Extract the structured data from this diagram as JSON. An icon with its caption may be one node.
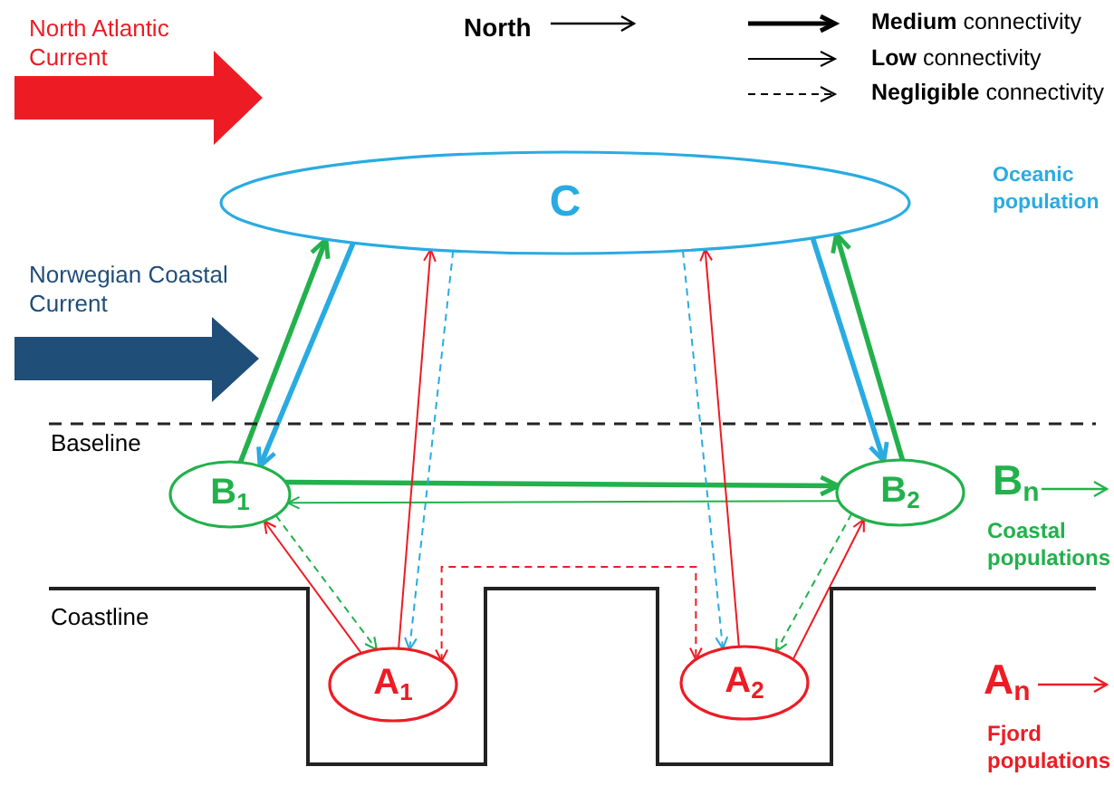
{
  "diagram": {
    "nodes": [
      {
        "text": [
          "C"
        ]
      },
      {
        "text": [
          "B$_{1}$"
        ]
      },
      {
        "text": [
          "B$_{2}$"
        ]
      },
      {
        "text": [
          "A$_{1}$"
        ]
      },
      {
        "text": [
          "A$_{2}$"
        ]
      }
    ],
    "edges": [
      {
        "from": 1,
        "to": 0,
        "arrow": "to",
        "style": "thick"
      },
      {
        "from": 0,
        "to": 1,
        "arrow": "to",
        "style": "thick",
        "color": "#29abe2"
      },
      {
        "from": 0,
        "to": 2,
        "arrow": "to",
        "style": "thick",
        "color": "#29abe2"
      },
      {
        "from": 2,
        "to": 0,
        "arrow": "to",
        "style": "thick"
      },
      {
        "from": 1,
        "to": 2,
        "arrow": "to",
        "style": "thick"
      },
      {
        "from": 2,
        "to": 1,
        "arrow": "to"
      },
      {
        "from": 3,
        "to": 1,
        "arrow": "to",
        "color": "#ed1c24"
      },
      {
        "from": 1,
        "to": 3,
        "arrow": "to",
        "style": "dashed"
      },
      {
        "from": 3,
        "to": 0,
        "arrow": "to",
        "color": "#ed1c24"
      },
      {
        "from": 0,
        "to": 3,
        "arrow": "to",
        "style": "dashed",
        "color": "#29abe2"
      },
      {
        "from": 3,
        "to": 4,
        "arrow": "both",
        "style": "dashed",
        "color": "#ed1c24"
      },
      {
        "from": 4,
        "to": 0,
        "arrow": "to",
        "color": "#ed1c24"
      },
      {
        "from": 0,
        "to": 4,
        "arrow": "to",
        "style": "dashed",
        "color": "#29abe2"
      },
      {
        "from": 4,
        "to": 2,
        "arrow": "to",
        "color": "#ed1c24"
      },
      {
        "from": 2,
        "to": 4,
        "arrow": "to",
        "style": "dashed"
      }
    ],
    "labels": [
      "North Atlantic Current",
      "North",
      "Oceanic population",
      "Norwegian Coastal Current",
      "Baseline",
      "Coastline",
      "B$_{n}$",
      "Coastal populations",
      "A$_{n}$",
      "Fjord populations"
    ],
    "legend": [
      {
        "text": "**Medium** connectivity"
      },
      {
        "text": "**Low** connectivity"
      },
      {
        "text": "**Negligible** connectivity"
      }
    ]
  }
}
